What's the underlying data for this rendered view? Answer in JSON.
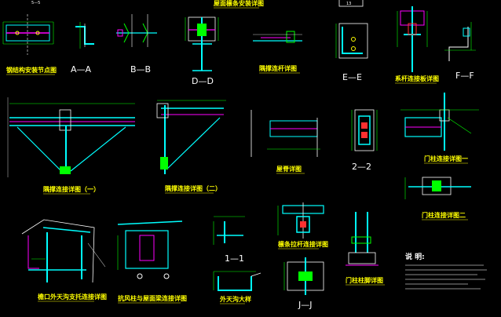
{
  "labels": {
    "a1": "钢结构安装节点图",
    "a2": "A—A",
    "a3": "B—B",
    "a4": "D—D",
    "a5": "屋面檩条安装详图",
    "a6": "隅撑连杆详图",
    "a7": "E—E",
    "a8": "系杆连接板详图",
    "a9": "F—F",
    "b1": "隅撑连接详图（一）",
    "b2": "隅撑连接详图（二）",
    "b3": "屋脊详图",
    "b4": "2—2",
    "b5": "门柱连接详图一",
    "b6": "门柱连接详图二",
    "c1": "檐口外天沟支托连接详图",
    "c2": "抗风柱与屋面梁连接详图",
    "c3": "1—1",
    "c4": "外天沟大样",
    "c5": "檩条拉杆连接详图",
    "c6": "J—J",
    "c7": "门柱柱脚详图",
    "top_fragment": "5—5",
    "top_box": "13",
    "note_title": "说 明:"
  },
  "colors": {
    "background": "#000000",
    "cyan": "#00ffff",
    "green": "#00ff00",
    "magenta": "#ff00ff",
    "yellow": "#ffff00",
    "red": "#ff3030",
    "white": "#ffffff",
    "blue": "#4060ff"
  }
}
